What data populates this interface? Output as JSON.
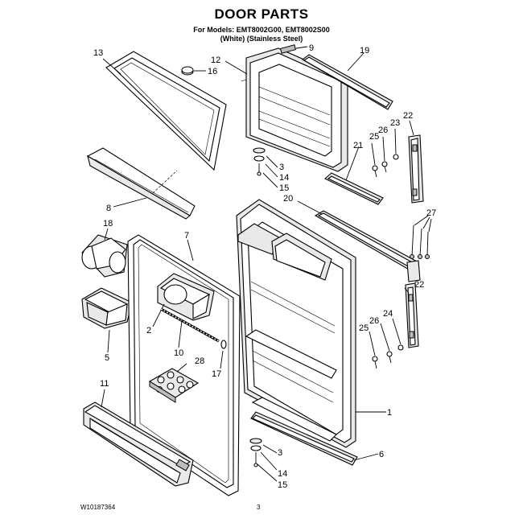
{
  "header": {
    "title": "DOOR PARTS",
    "models_line": "For Models: EMT8002G00, EMT8002S00",
    "finish_line": "(White)   (Stainless Steel)"
  },
  "footer": {
    "code": "W10187364",
    "page": "3"
  },
  "callouts": {
    "c1": "1",
    "c2": "2",
    "c3a": "3",
    "c3b": "3",
    "c5": "5",
    "c6": "6",
    "c7": "7",
    "c8": "8",
    "c9": "9",
    "c10": "10",
    "c11": "11",
    "c12": "12",
    "c13": "13",
    "c14a": "14",
    "c14b": "14",
    "c15a": "15",
    "c15b": "15",
    "c16": "16",
    "c17": "17",
    "c18": "18",
    "c19": "19",
    "c20": "20",
    "c21": "21",
    "c22a": "22",
    "c22b": "22",
    "c23": "23",
    "c24": "24",
    "c25a": "25",
    "c25b": "25",
    "c26a": "26",
    "c26b": "26",
    "c27": "27",
    "c28": "28"
  }
}
